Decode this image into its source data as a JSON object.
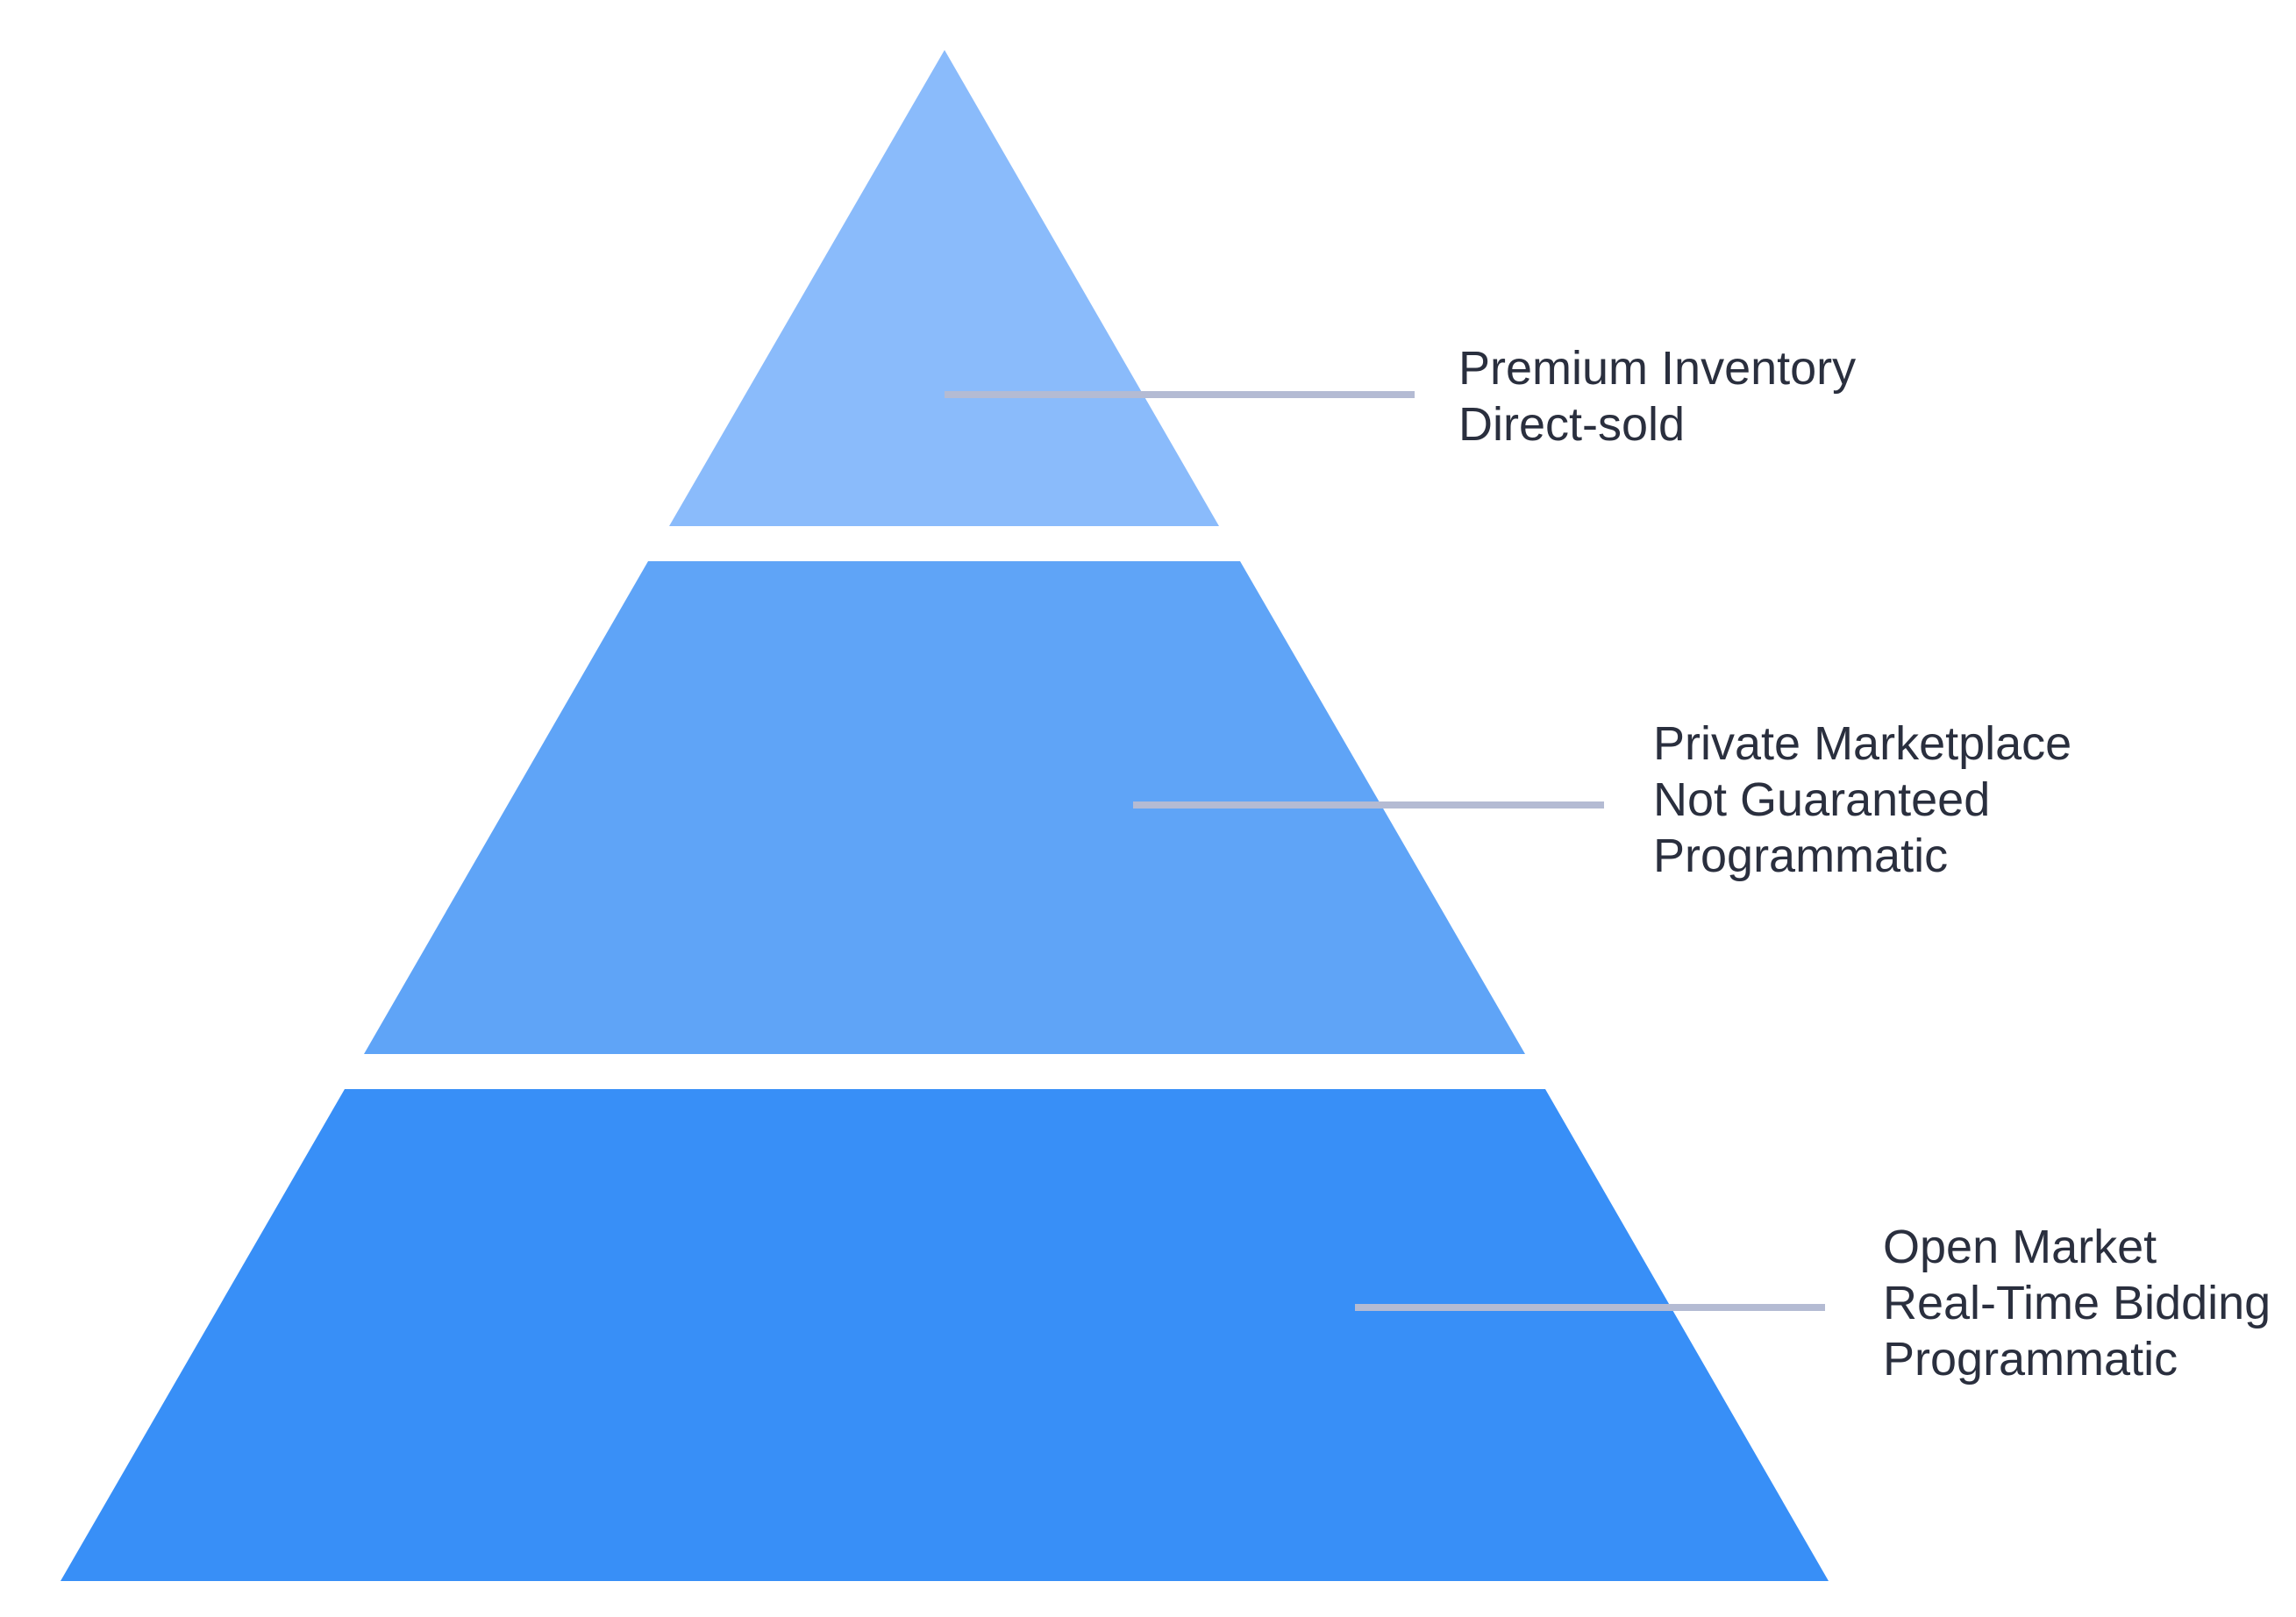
{
  "colors": {
    "background": "#ffffff",
    "tier_top": "#8abbfb",
    "tier_middle": "#5fa4f7",
    "tier_bottom": "#388ff7",
    "connector": "#b4bbd3",
    "label_text": "#2a2f3e"
  },
  "tiers": [
    {
      "id": "premium",
      "lines": [
        "Premium Inventory",
        "Direct-sold"
      ]
    },
    {
      "id": "private-marketplace",
      "lines": [
        "Private Marketplace",
        "Not Guaranteed",
        "Programmatic"
      ]
    },
    {
      "id": "open-market",
      "lines": [
        "Open Market",
        "Real-Time Bidding",
        "Programmatic"
      ]
    }
  ]
}
